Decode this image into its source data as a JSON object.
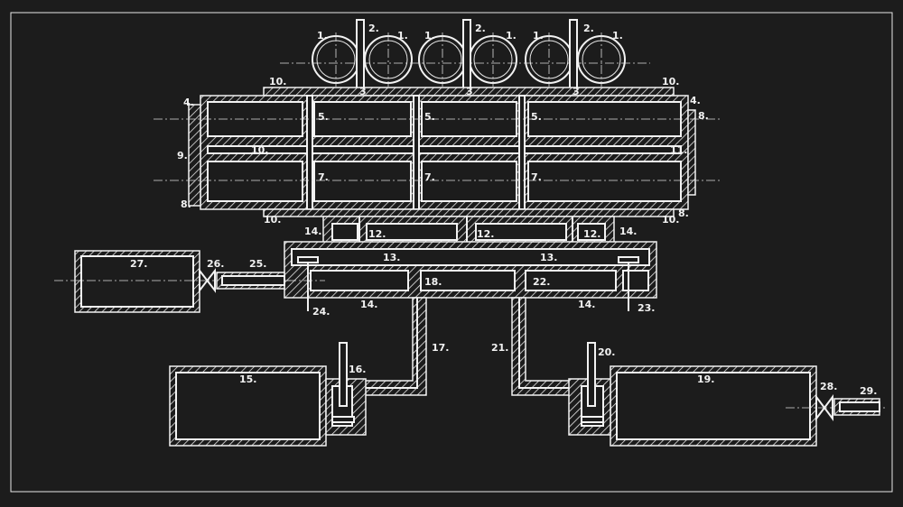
{
  "drawing": {
    "labels": {
      "n1": "1.",
      "n2": "2.",
      "n3": "3",
      "n4": "4.",
      "n5": "5.",
      "n7": "7.",
      "n8": "8.",
      "n9": "9.",
      "n10": "10.",
      "n11": "11.",
      "n12": "12.",
      "n13": "13.",
      "n14": "14.",
      "n15": "15.",
      "n16": "16.",
      "n17": "17.",
      "n18": "18.",
      "n19": "19.",
      "n20": "20.",
      "n21": "21.",
      "n22": "22.",
      "n23": "23.",
      "n24": "24.",
      "n25": "25.",
      "n26": "26.",
      "n27": "27.",
      "n28": "28.",
      "n29": "29."
    },
    "colors": {
      "background": "#1c1c1c",
      "line": "#f2f2f2"
    }
  }
}
